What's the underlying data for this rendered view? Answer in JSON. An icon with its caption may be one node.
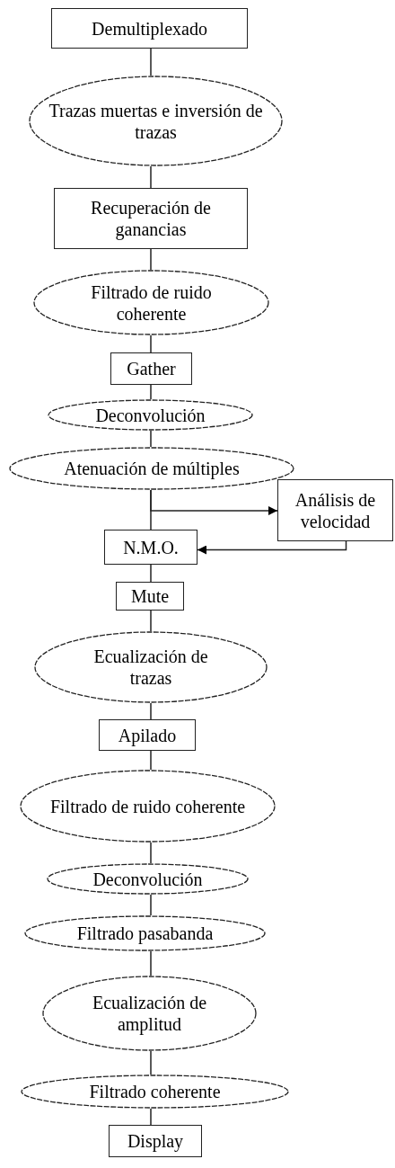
{
  "diagram": {
    "nodes": [
      {
        "text": [
          "Demultiplexado"
        ]
      },
      {
        "text": [
          "Trazas muertas e inversión de trazas"
        ]
      },
      {
        "text": [
          "Recuperación de ganancias"
        ]
      },
      {
        "text": [
          "Filtrado de ruido coherente"
        ]
      },
      {
        "text": [
          "Gather"
        ]
      },
      {
        "text": [
          "Deconvolución"
        ]
      },
      {
        "text": [
          "Atenuación de múltiples"
        ]
      },
      {
        "text": [
          "Análisis de velocidad"
        ]
      },
      {
        "text": [
          "N.M.O."
        ]
      },
      {
        "text": [
          "Mute"
        ]
      },
      {
        "text": [
          "Ecualización de trazas"
        ]
      },
      {
        "text": [
          "Apilado"
        ]
      },
      {
        "text": [
          "Filtrado de ruido coherente"
        ]
      },
      {
        "text": [
          "Deconvolución"
        ]
      },
      {
        "text": [
          "Filtrado pasabanda"
        ]
      },
      {
        "text": [
          "Ecualización de amplitud"
        ]
      },
      {
        "text": [
          "Filtrado coherente"
        ]
      },
      {
        "text": [
          "Display"
        ]
      }
    ],
    "edges": [
      {
        "from": 0,
        "to": 1,
        "arrow": "none"
      },
      {
        "from": 1,
        "to": 2,
        "arrow": "none"
      },
      {
        "from": 2,
        "to": 3,
        "arrow": "none"
      },
      {
        "from": 3,
        "to": 4,
        "arrow": "none"
      },
      {
        "from": 4,
        "to": 5,
        "arrow": "none"
      },
      {
        "from": 5,
        "to": 6,
        "arrow": "none"
      },
      {
        "from": 6,
        "to": 8,
        "arrow": "none"
      },
      {
        "from": 6,
        "to": 7,
        "arrow": "to"
      },
      {
        "from": 7,
        "to": 8,
        "arrow": "to"
      },
      {
        "from": 8,
        "to": 9,
        "arrow": "none"
      },
      {
        "from": 9,
        "to": 10,
        "arrow": "none"
      },
      {
        "from": 10,
        "to": 11,
        "arrow": "none"
      },
      {
        "from": 11,
        "to": 12,
        "arrow": "none"
      },
      {
        "from": 12,
        "to": 13,
        "arrow": "none"
      },
      {
        "from": 13,
        "to": 14,
        "arrow": "none"
      },
      {
        "from": 14,
        "to": 15,
        "arrow": "none"
      },
      {
        "from": 15,
        "to": 16,
        "arrow": "none"
      },
      {
        "from": 16,
        "to": 17,
        "arrow": "none"
      }
    ]
  }
}
